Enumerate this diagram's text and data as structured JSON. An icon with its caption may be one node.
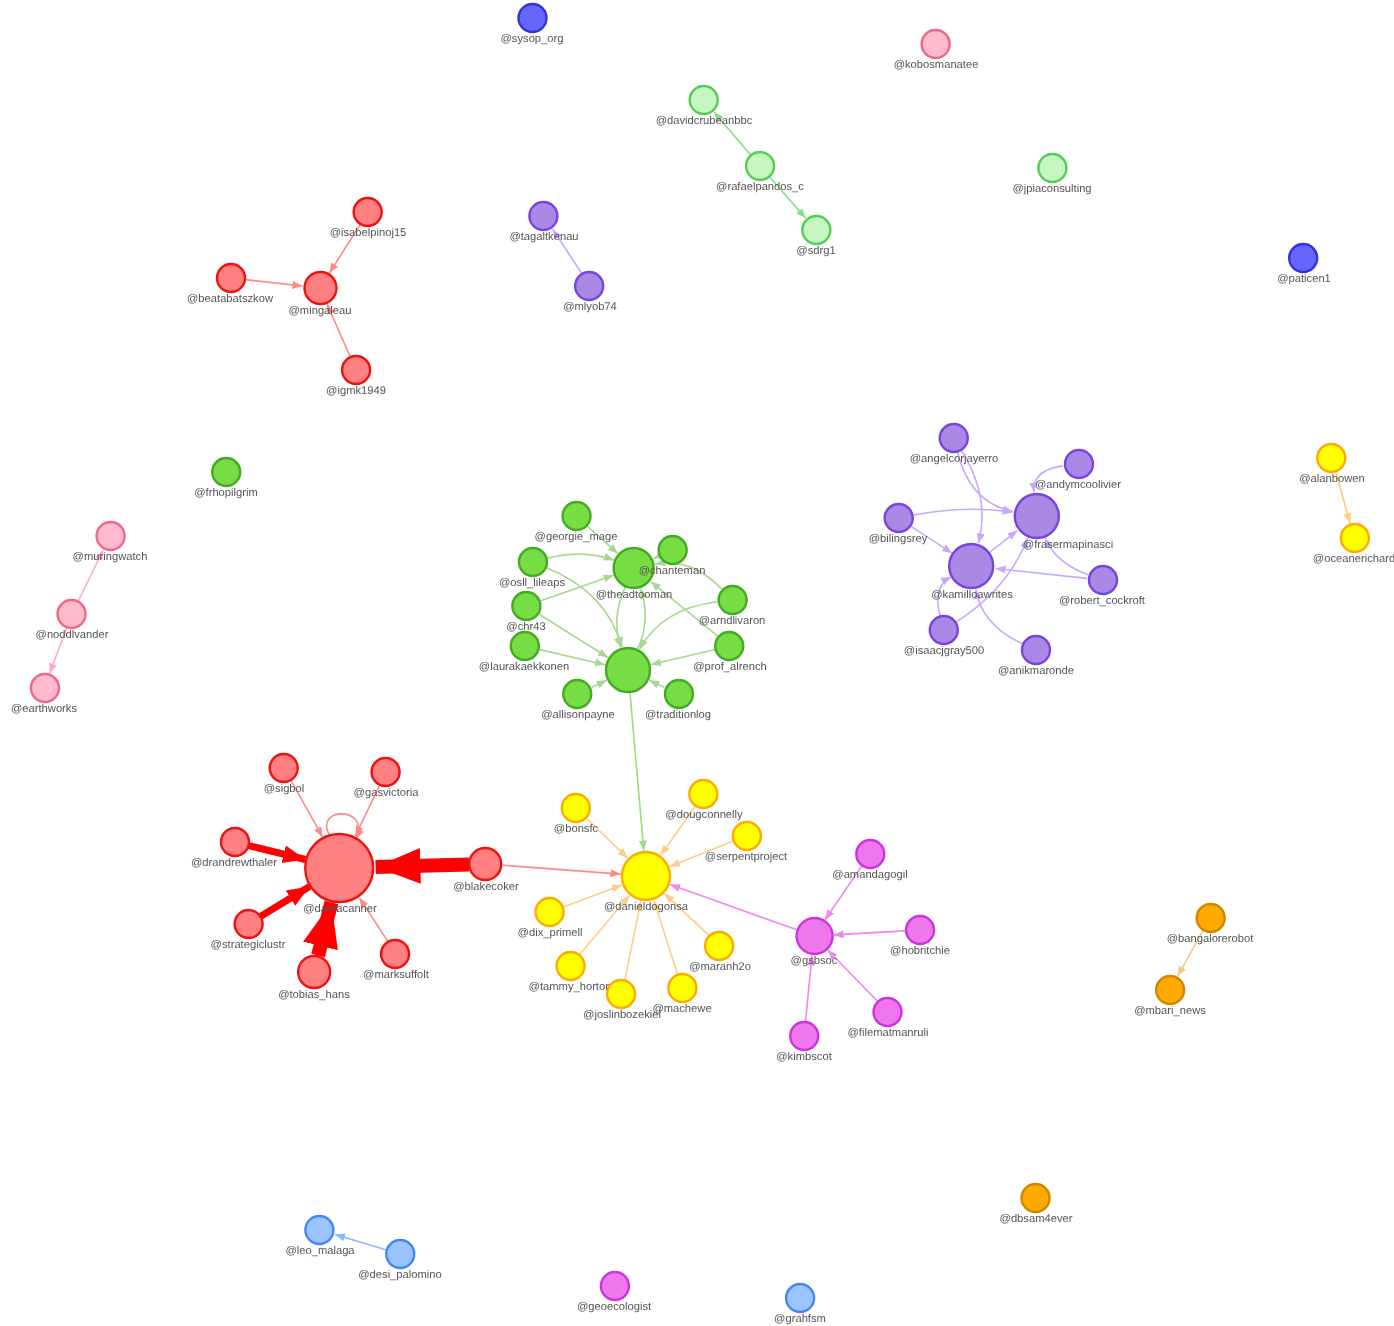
{
  "diagram": {
    "nodes": [
      {
        "text": [
          "@sysop_org"
        ]
      },
      {
        "text": [
          "@kobosmanatee"
        ]
      },
      {
        "text": [
          "@davidcrubeanbbc"
        ]
      },
      {
        "text": [
          "@rafaelpandos_c"
        ]
      },
      {
        "text": [
          "@sdrg1"
        ]
      },
      {
        "text": [
          "@jpiaconsulting"
        ]
      },
      {
        "text": [
          "@isabelpinoj15"
        ]
      },
      {
        "text": [
          "@tagaltkenau"
        ]
      },
      {
        "text": [
          "@beatabatszkow"
        ]
      },
      {
        "text": [
          "@mingaleau"
        ]
      },
      {
        "text": [
          "@mlyob74"
        ]
      },
      {
        "text": [
          "@igmk1949"
        ]
      },
      {
        "text": [
          "@paticen1"
        ]
      },
      {
        "text": [
          "@frhopilgrim"
        ]
      },
      {
        "text": [
          "@alanbowen"
        ]
      },
      {
        "text": [
          "@angelcorjayerro"
        ]
      },
      {
        "text": [
          "@andymcoolivier"
        ]
      },
      {
        "text": [
          "@bilingsrey"
        ]
      },
      {
        "text": [
          "@muringwatch"
        ]
      },
      {
        "text": [
          "@oceanerichard"
        ]
      },
      {
        "text": [
          "@frasermapinasci"
        ]
      },
      {
        "text": [
          "@kamilloawrites"
        ]
      },
      {
        "text": [
          "@robert_cockroft"
        ]
      },
      {
        "text": [
          "@isaacjgray500"
        ]
      },
      {
        "text": [
          "@anikmaronde"
        ]
      },
      {
        "text": [
          "@noddlvander"
        ]
      },
      {
        "text": [
          "@earthworks"
        ]
      },
      {
        "text": [
          "@osll_lileaps"
        ]
      },
      {
        "text": [
          "@georgie_mage"
        ]
      },
      {
        "text": [
          "@theadtooman"
        ]
      },
      {
        "text": [
          "@chanteman"
        ]
      },
      {
        "text": [
          "@chr43"
        ]
      },
      {
        "text": [
          "@arndlivaron"
        ]
      },
      {
        "text": [
          "@laurakaekkonen"
        ]
      },
      {
        "text": [
          "@prof_alrench"
        ]
      },
      {
        "text": [
          "@allisonpayne"
        ]
      },
      {
        "text": [],
        "shape": "circle"
      },
      {
        "text": [
          "@traditionlog"
        ]
      },
      {
        "text": [
          "@sigbol"
        ]
      },
      {
        "text": [
          "@gasvictoria"
        ]
      },
      {
        "text": [
          "@drandrewthaler"
        ]
      },
      {
        "text": [
          "@damacanner"
        ]
      },
      {
        "text": [
          "@blakecoker"
        ]
      },
      {
        "text": [
          "@strategiclustr"
        ]
      },
      {
        "text": [
          "@tobias_hans"
        ]
      },
      {
        "text": [
          "@marksuffolt"
        ]
      },
      {
        "text": [
          "@bonsfc"
        ]
      },
      {
        "text": [
          "@dougconnelly"
        ]
      },
      {
        "text": [
          "@serpentproject"
        ]
      },
      {
        "text": [
          "@danieldogonsa"
        ]
      },
      {
        "text": [
          "@dix_primell"
        ]
      },
      {
        "text": [
          "@maranh2o"
        ]
      },
      {
        "text": [
          "@tammy_horton"
        ]
      },
      {
        "text": [
          "@joslinbozekiel"
        ]
      },
      {
        "text": [
          "@machewe"
        ]
      },
      {
        "text": [
          "@amandagogil"
        ]
      },
      {
        "text": [
          "@gsbsoc"
        ]
      },
      {
        "text": [
          "@hobritchie"
        ]
      },
      {
        "text": [
          "@filematmanruli"
        ]
      },
      {
        "text": [
          "@kimbscot"
        ]
      },
      {
        "text": [
          "@bangalorerobot"
        ]
      },
      {
        "text": [
          "@mbari_news"
        ]
      },
      {
        "text": [
          "@dbsam4ever"
        ]
      },
      {
        "text": [
          "@leo_malaga"
        ]
      },
      {
        "text": [
          "@desi_palomino"
        ]
      },
      {
        "text": [
          "@geoecologist"
        ]
      },
      {
        "text": [
          "@grahfsm"
        ]
      }
    ],
    "edges": [
      {
        "from": 3,
        "to": 2,
        "arrow": "to",
        "color": "#88dd88"
      },
      {
        "from": 3,
        "to": 4,
        "arrow": "to",
        "color": "#88dd88"
      },
      {
        "from": 6,
        "to": 9,
        "arrow": "to",
        "color": "#ff8888"
      },
      {
        "from": 8,
        "to": 9,
        "arrow": "to",
        "color": "#ff8888"
      },
      {
        "from": 11,
        "to": 9,
        "arrow": "to",
        "color": "#ff8888"
      },
      {
        "from": 10,
        "to": 7,
        "arrow": "to",
        "color": "#c8a8ff"
      },
      {
        "from": 14,
        "to": 19,
        "arrow": "to",
        "color": "#ffcc77"
      },
      {
        "from": 25,
        "to": 18,
        "arrow": "to",
        "color": "#ffaacc"
      },
      {
        "from": 25,
        "to": 26,
        "arrow": "to",
        "color": "#ffaacc"
      },
      {
        "from": 15,
        "to": 21,
        "arrow": "to",
        "color": "#c8a8ff"
      },
      {
        "from": 15,
        "to": 20,
        "arrow": "to",
        "color": "#c8a8ff"
      },
      {
        "from": 16,
        "to": 20,
        "arrow": "to",
        "color": "#c8a8ff"
      },
      {
        "from": 17,
        "to": 20,
        "arrow": "to",
        "color": "#c8a8ff"
      },
      {
        "from": 17,
        "to": 21,
        "arrow": "to",
        "color": "#c8a8ff"
      },
      {
        "from": 22,
        "to": 20,
        "arrow": "to",
        "color": "#c8a8ff"
      },
      {
        "from": 22,
        "to": 21,
        "arrow": "to",
        "color": "#c8a8ff"
      },
      {
        "from": 23,
        "to": 21,
        "arrow": "to",
        "color": "#c8a8ff"
      },
      {
        "from": 23,
        "to": 20,
        "arrow": "to",
        "color": "#c8a8ff"
      },
      {
        "from": 24,
        "to": 21,
        "arrow": "to",
        "color": "#c8a8ff"
      },
      {
        "from": 21,
        "to": 20,
        "arrow": "to",
        "color": "#c8a8ff"
      },
      {
        "from": 27,
        "to": 29,
        "arrow": "to",
        "color": "#a8d890"
      },
      {
        "from": 27,
        "to": 36,
        "arrow": "to",
        "color": "#a8d890"
      },
      {
        "from": 28,
        "to": 29,
        "arrow": "to",
        "color": "#a8d890"
      },
      {
        "from": 30,
        "to": 29,
        "arrow": "to",
        "color": "#a8d890"
      },
      {
        "from": 31,
        "to": 29,
        "arrow": "to",
        "color": "#a8d890"
      },
      {
        "from": 31,
        "to": 36,
        "arrow": "to",
        "color": "#a8d890"
      },
      {
        "from": 32,
        "to": 36,
        "arrow": "to",
        "color": "#a8d890"
      },
      {
        "from": 32,
        "to": 29,
        "arrow": "to",
        "color": "#a8d890"
      },
      {
        "from": 33,
        "to": 36,
        "arrow": "to",
        "color": "#a8d890"
      },
      {
        "from": 34,
        "to": 36,
        "arrow": "to",
        "color": "#a8d890"
      },
      {
        "from": 34,
        "to": 29,
        "arrow": "to",
        "color": "#a8d890"
      },
      {
        "from": 29,
        "to": 36,
        "arrow": "to",
        "color": "#a8d890"
      },
      {
        "from": 36,
        "to": 29,
        "arrow": "to",
        "color": "#a8d890"
      },
      {
        "from": 35,
        "to": 36,
        "arrow": "to",
        "color": "#a8d890"
      },
      {
        "from": 37,
        "to": 36,
        "arrow": "to",
        "color": "#a8d890"
      },
      {
        "from": 38,
        "to": 41,
        "arrow": "to",
        "color": "#ff8888"
      },
      {
        "from": 39,
        "to": 41,
        "arrow": "to",
        "color": "#ff8888"
      },
      {
        "from": 41,
        "to": 41,
        "arrow": "to",
        "color": "#ff8888"
      },
      {
        "from": 40,
        "to": 41,
        "arrow": "to",
        "style": "thick",
        "color": "#ff0000"
      },
      {
        "from": 43,
        "to": 41,
        "arrow": "to",
        "style": "thick",
        "color": "#ff0000"
      },
      {
        "from": 44,
        "to": 41,
        "arrow": "to",
        "style": "thick",
        "color": "#ff0000"
      },
      {
        "from": 42,
        "to": 41,
        "arrow": "to",
        "style": "thick",
        "color": "#ff0000"
      },
      {
        "from": 45,
        "to": 41,
        "arrow": "to",
        "color": "#ff8888"
      },
      {
        "from": 42,
        "to": 49,
        "arrow": "to",
        "color": "#ff8888"
      },
      {
        "from": 36,
        "to": 49,
        "arrow": "to",
        "color": "#99dd77"
      },
      {
        "from": 46,
        "to": 49,
        "arrow": "to",
        "color": "#ffcc88"
      },
      {
        "from": 47,
        "to": 49,
        "arrow": "to",
        "color": "#ffcc88"
      },
      {
        "from": 48,
        "to": 49,
        "arrow": "to",
        "color": "#ffcc88"
      },
      {
        "from": 50,
        "to": 49,
        "arrow": "to",
        "color": "#ffcc88"
      },
      {
        "from": 51,
        "to": 49,
        "arrow": "to",
        "color": "#ffcc88"
      },
      {
        "from": 52,
        "to": 49,
        "arrow": "to",
        "color": "#ffcc88"
      },
      {
        "from": 53,
        "to": 49,
        "arrow": "to",
        "color": "#ffcc88"
      },
      {
        "from": 54,
        "to": 49,
        "arrow": "to",
        "color": "#ffcc88"
      },
      {
        "from": 56,
        "to": 49,
        "arrow": "to",
        "color": "#ee88ee"
      },
      {
        "from": 55,
        "to": 56,
        "arrow": "to",
        "color": "#ee88ee"
      },
      {
        "from": 57,
        "to": 56,
        "arrow": "to",
        "color": "#ee88ee"
      },
      {
        "from": 58,
        "to": 56,
        "arrow": "to",
        "color": "#ee88ee"
      },
      {
        "from": 59,
        "to": 56,
        "arrow": "to",
        "color": "#ee88ee"
      },
      {
        "from": 64,
        "to": 63,
        "arrow": "to",
        "color": "#88bbff"
      },
      {
        "from": 60,
        "to": 61,
        "arrow": "to",
        "color": "#f0c890"
      }
    ]
  }
}
